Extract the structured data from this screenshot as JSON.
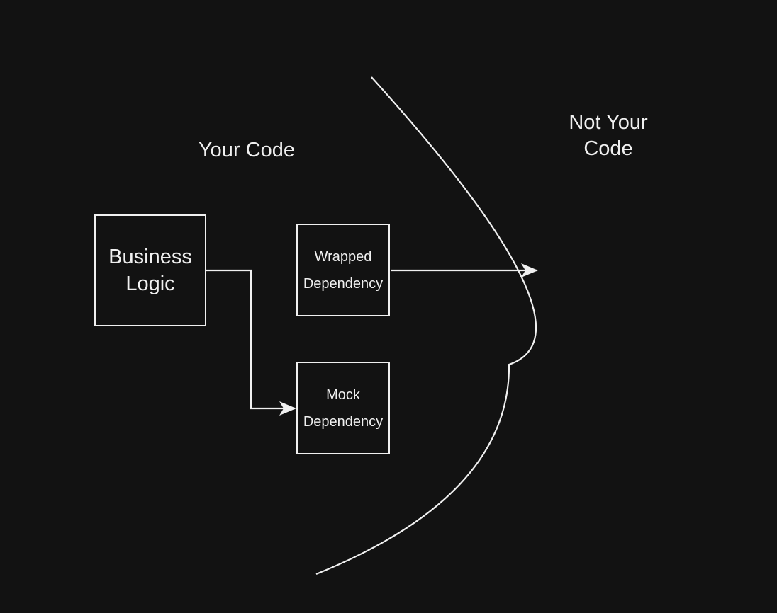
{
  "diagram": {
    "regions": {
      "your_code": "Your Code",
      "not_your_code_line1": "Not Your",
      "not_your_code_line2": "Code"
    },
    "nodes": {
      "business_logic": {
        "line1": "Business",
        "line2": "Logic"
      },
      "wrapped_dependency": {
        "line1": "Wrapped",
        "line2": "Dependency"
      },
      "mock_dependency": {
        "line1": "Mock",
        "line2": "Dependency"
      }
    },
    "edges": [
      {
        "from": "business_logic",
        "to": "mock_dependency"
      },
      {
        "from": "wrapped_dependency",
        "to": "not_your_code"
      }
    ],
    "colors": {
      "background": "#121212",
      "stroke": "#f0f0f0"
    }
  }
}
